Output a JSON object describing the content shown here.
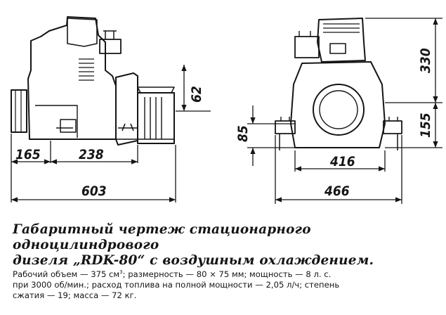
{
  "drawing": {
    "dimensions": {
      "left_width": "165",
      "flange_width": "238",
      "overall_length": "603",
      "shaft_height": "62",
      "foot_height": "85",
      "base_width": "416",
      "overall_width": "466",
      "upper_height": "330",
      "lower_height": "155"
    }
  },
  "caption": {
    "line1": "Габаритный чертеж стационарного одноцилиндрового",
    "line2": "дизеля „RDK-80“ с воздушным охлаждением."
  },
  "specs": {
    "line1_a": "Рабочий объем — 375 см",
    "line1_sup": "3",
    "line1_b": "; размерность — 80 × 75 мм; мощность — 8 л. с.",
    "line2": "при 3000 об/мин.; расход топлива на полной мощности — 2,05 л/ч; степень",
    "line3": "сжатия — 19; масса — 72 кг."
  }
}
